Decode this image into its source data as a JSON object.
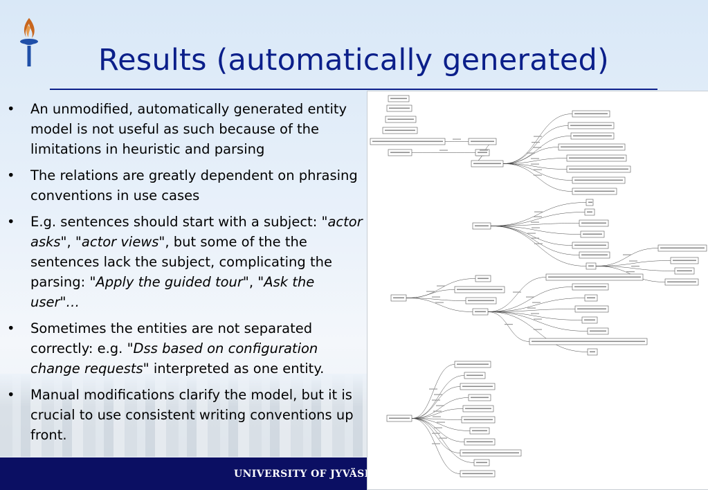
{
  "slide": {
    "title": "Results (automatically generated)",
    "footer": "UNIVERSITY OF JYVÄSKYLÄ",
    "colors": {
      "title": "#0b1f8a",
      "footer_bg": "#0b0f63",
      "torch_flame": "#c8671f",
      "torch_stand": "#1f4fa8"
    },
    "logo_icon": "torch-logo-icon",
    "bullets": [
      {
        "plain": "An unmodified, automatically generated entity model is not useful as such because of the limitations in heuristic and parsing"
      },
      {
        "plain": "The relations are greatly dependent on phrasing conventions in use cases"
      },
      {
        "p1": "E.g. sentences should start with a subject: \"",
        "i1": "actor asks\"",
        "p2": ", \"",
        "i2": "actor views\"",
        "p3": ", but some of the the sentences lack the subject, complicating the parsing: ",
        "i3": "\"Apply the guided tour\"",
        "p4": ", \"",
        "i4": "Ask the user\"…"
      },
      {
        "p1": "Sometimes the entities are not separated correctly: e.g. ",
        "i1": "\"Dss based on configuration change requests\"",
        "p2": " interpreted as one entity."
      },
      {
        "plain": "Manual modifications clarify the model, but it is crucial to use consistent writing conventions up front."
      }
    ]
  }
}
